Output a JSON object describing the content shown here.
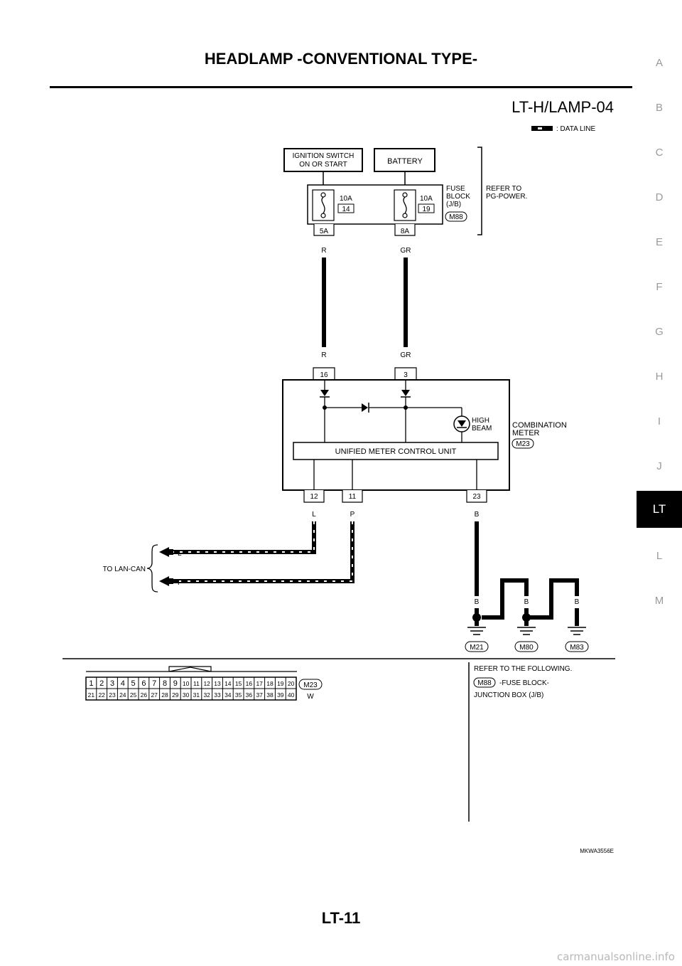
{
  "header": {
    "title": "HEADLAMP -CONVENTIONAL TYPE-"
  },
  "side_index": {
    "letters": [
      "A",
      "B",
      "C",
      "D",
      "E",
      "F",
      "G",
      "H",
      "I",
      "J",
      "LT",
      "L",
      "M"
    ],
    "active": "LT"
  },
  "footer": {
    "page_number": "LT-11",
    "watermark": "carmanualsonline.info"
  },
  "diagram": {
    "code": "LT-H/LAMP-04",
    "legend_label": ": DATA LINE",
    "ignition_label_line1": "IGNITION SWITCH",
    "ignition_label_line2": "ON OR START",
    "battery_label": "BATTERY",
    "fuse1_amp": "10A",
    "fuse1_num": "14",
    "fuse2_amp": "10A",
    "fuse2_num": "19",
    "fuse_block_line1": "FUSE",
    "fuse_block_line2": "BLOCK",
    "fuse_block_line3": "(J/B)",
    "fuse_block_connector": "M88",
    "refer_power_line1": "REFER TO",
    "refer_power_line2": "PG-POWER.",
    "term_5a": "5A",
    "term_8a": "8A",
    "wire_r": "R",
    "wire_gr": "GR",
    "term_16": "16",
    "term_3": "3",
    "high_beam_line1": "HIGH",
    "high_beam_line2": "BEAM",
    "comb_meter_line1": "COMBINATION",
    "comb_meter_line2": "METER",
    "comb_meter_connector": "M23",
    "unified_label": "UNIFIED METER CONTROL UNIT",
    "term_12": "12",
    "term_11": "11",
    "term_23": "23",
    "wire_l": "L",
    "wire_p": "P",
    "wire_b": "B",
    "to_lan_can": "TO LAN-CAN",
    "lan_l": "L",
    "lan_p": "P",
    "ground_1": "M21",
    "ground_2": "M80",
    "ground_3": "M83",
    "connector_id": "M23",
    "connector_color": "W",
    "connector_pins_top": [
      "1",
      "2",
      "3",
      "4",
      "5",
      "6",
      "7",
      "8",
      "9",
      "10",
      "11",
      "12",
      "13",
      "14",
      "15",
      "16",
      "17",
      "18",
      "19",
      "20"
    ],
    "connector_pins_bottom": [
      "21",
      "22",
      "23",
      "24",
      "25",
      "26",
      "27",
      "28",
      "29",
      "30",
      "31",
      "32",
      "33",
      "34",
      "35",
      "36",
      "37",
      "38",
      "39",
      "40"
    ],
    "refer_following": "REFER TO THE FOLLOWING.",
    "refer_connector": "M88",
    "refer_fuse_block": "-FUSE BLOCK-",
    "refer_junction": "JUNCTION BOX (J/B)",
    "figure_code": "MKWA3556E"
  }
}
